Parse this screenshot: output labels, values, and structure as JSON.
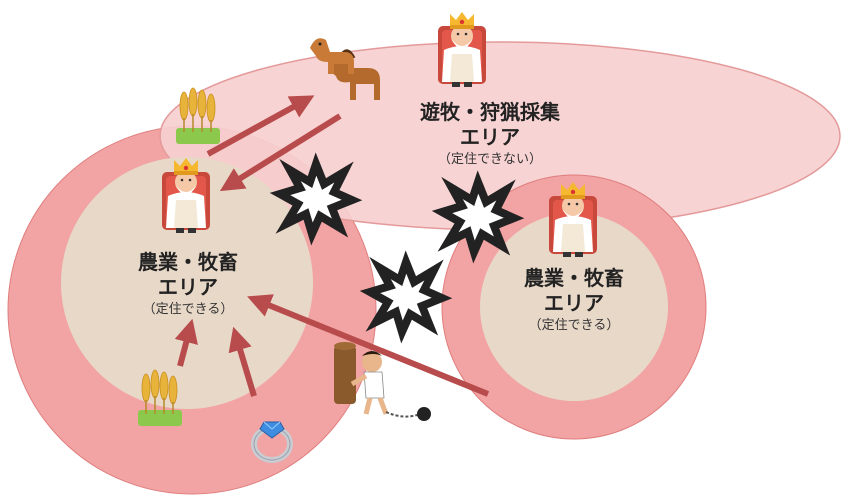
{
  "areas": {
    "pastoral": {
      "title_1": "遊牧・狩猟採集",
      "title_2": "エリア",
      "subtitle": "（定住できない）"
    },
    "farm_left": {
      "title_1": "農業・牧畜",
      "title_2": "エリア",
      "subtitle": "（定住できる）"
    },
    "farm_right": {
      "title_1": "農業・牧畜",
      "title_2": "エリア",
      "subtitle": "（定住できる）"
    }
  },
  "icons": {
    "king": "king-icon",
    "horse": "horse-icon",
    "wheat": "wheat-icon",
    "ring": "ring-icon",
    "slave": "slave-icon",
    "conflict": "conflict-burst-icon"
  },
  "colors": {
    "outer_ring": "#f2a3a3",
    "outer_ring_edge": "#e07e7e",
    "inner_core": "#e8d8c8",
    "ellipse_fill": "#f6cfcf",
    "ellipse_edge": "#e49a9a",
    "arrow": "#b84c4c"
  }
}
